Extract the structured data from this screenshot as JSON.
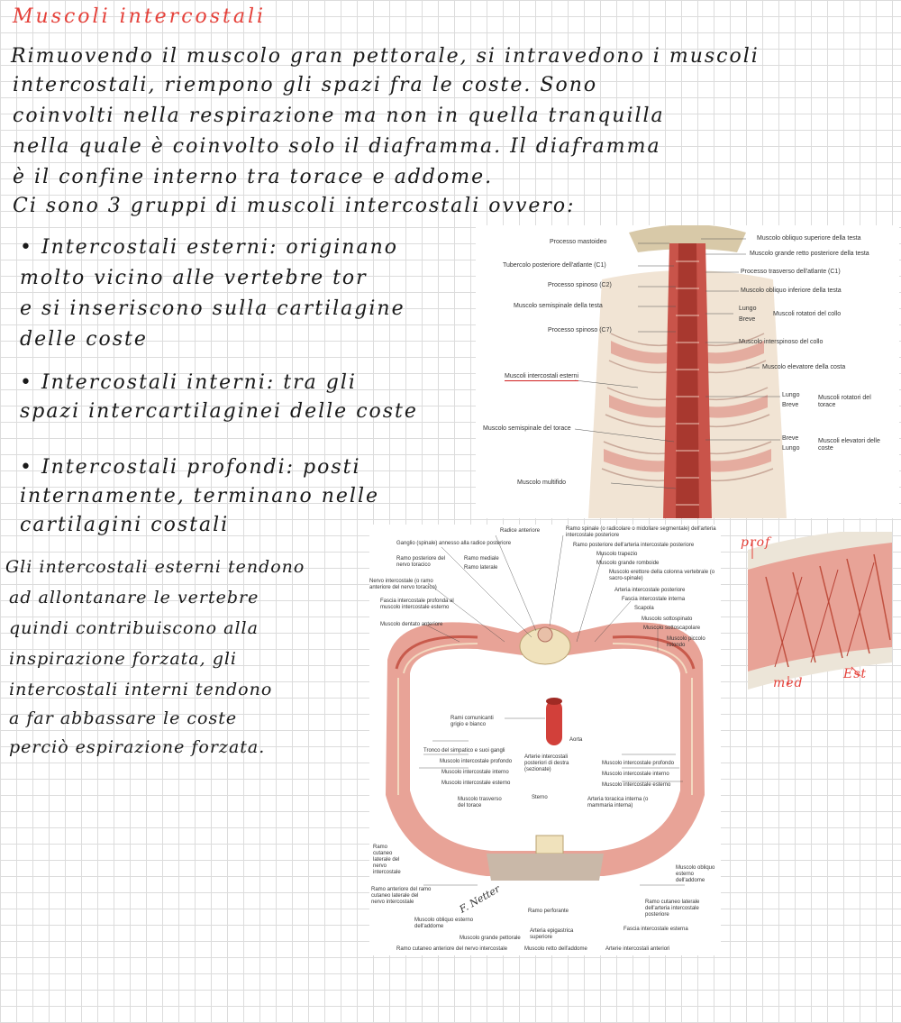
{
  "notes": {
    "title": "Muscoli intercostali",
    "intro_lines": [
      "Rimuovendo il muscolo gran pettorale, si intravedono i muscoli",
      "intercostali, riempono gli spazi fra le coste. Sono",
      "coinvolti nella respirazione ma non in quella tranquilla",
      "nella quale è coinvolto solo il diaframma. Il diaframma",
      "è il confine interno tra torace e addome.",
      "Ci sono 3 gruppi di muscoli intercostali ovvero:"
    ],
    "bullet1": [
      "• Intercostali esterni: originano",
      "molto vicino alle vertebre tor",
      "e si inseriscono sulla cartilagine",
      "delle coste"
    ],
    "bullet2": [
      "• Intercostali interni: tra gli",
      "spazi intercartilaginei delle coste"
    ],
    "bullet3": [
      "• Intercostali profondi: posti",
      "internamente, terminano nelle",
      "cartilagini costali"
    ],
    "conclusion": [
      "Gli intercostali esterni tendono",
      "ad allontanare le vertebre",
      "quindi contribuiscono alla",
      "inspirazione forzata, gli",
      "intercostali interni tendono",
      "a far abbassare le coste",
      "perciò espirazione forzata."
    ]
  },
  "fig_back": {
    "left_labels": [
      "Processo mastoideo",
      "Tubercolo posteriore dell'atlante (C1)",
      "Processo spinoso (C2)",
      "Muscolo semispinale della testa",
      "Processo spinoso (C7)",
      "Muscoli intercostali esterni",
      "Muscolo semispinale del torace",
      "Muscolo multifido"
    ],
    "right_labels": [
      "Muscolo obliquo superiore della testa",
      "Muscolo grande retto posteriore della testa",
      "Processo trasverso dell'atlante (C1)",
      "Muscolo obliquo inferiore della testa",
      "Lungo",
      "Breve",
      "Muscoli rotatori del collo",
      "Muscolo interspinoso del collo",
      "Muscolo elevatore della costa",
      "Lungo",
      "Breve",
      "Muscoli rotatori del torace",
      "Breve",
      "Lungo",
      "Muscoli elevatori delle coste"
    ]
  },
  "fig_section": {
    "labels_top": [
      "Radice anteriore",
      "Ramo spinale (o radicolare o midollare segmentale) dell'arteria intercostale posteriore",
      "Ganglio (spinale) annesso alla radice posteriore",
      "Ramo posteriore dell'arteria intercostale posteriore",
      "Ramo posteriore del nervo toracico",
      "Ramo mediale",
      "Ramo laterale",
      "Muscolo trapezio",
      "Muscolo grande romboide",
      "Nervo intercostale (o ramo anteriore del nervo toracico)",
      "Muscolo erettore della colonna vertebrale (o sacro-spinale)",
      "Arteria intercostale posteriore",
      "Fascia intercostale profonda al muscolo intercostale esterno",
      "Fascia intercostale interna",
      "Scapola",
      "Muscolo dentato anteriore",
      "Muscolo sottospinato",
      "Muscolo sottoscapolare",
      "Muscolo piccolo rotondo"
    ],
    "labels_mid": [
      "Rami comunicanti grigio e bianco",
      "Aorta",
      "Tronco del simpatico e suoi gangli",
      "Muscolo intercostale profondo",
      "Muscolo intercostale interno",
      "Muscolo intercostale esterno",
      "Arterie intercostali posteriori di destra (sezionate)",
      "Muscolo intercostale profondo",
      "Muscolo intercostale interno",
      "Muscolo intercostale esterno",
      "Muscolo trasverso del torace",
      "Sterno",
      "Arteria toracica interna (o mammaria interna)"
    ],
    "labels_bottom": [
      "Ramo cutaneo laterale del nervo intercostale",
      "Ramo anteriore del ramo cutaneo laterale del nervo intercostale",
      "Muscolo obliquo esterno dell'addome",
      "Muscolo grande pettorale",
      "Ramo cutaneo anteriore del nervo intercostale",
      "Ramo perforante",
      "Arteria epigastrica superiore",
      "Muscolo retto dell'addome",
      "Arterie intercostali anteriori",
      "Fascia intercostale esterna",
      "Ramo cutaneo laterale dell'arteria intercostale posteriore",
      "Muscolo obliquo esterno dell'addome"
    ],
    "signature": "F. Netter"
  },
  "fig_layers": {
    "prof": "prof",
    "med": "med",
    "est": "Est"
  },
  "colors": {
    "accent_red": "#e5413a",
    "muscle": "#e88a7e",
    "ink": "#1a1a1a"
  }
}
